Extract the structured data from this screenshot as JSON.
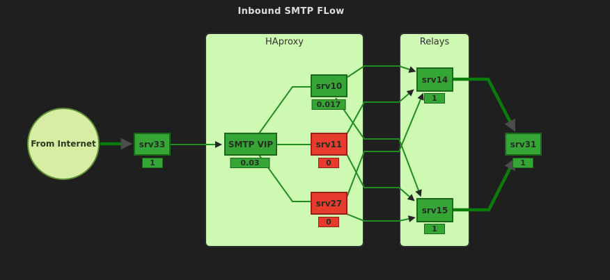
{
  "title": "Inbound SMTP FLow",
  "colors": {
    "background": "#1f1f1f",
    "title_text": "#dcdcdc",
    "container_fill": "#cdf9b2",
    "container_border": "#2d2d2d",
    "container_title_text": "#333333",
    "node_green": "#35a535",
    "node_green_border": "#1c671c",
    "node_red": "#e73b2e",
    "node_red_border": "#93221a",
    "circle_fill": "#d8eda4",
    "circle_border": "#5d8f35",
    "edge_green": "#1f8c1f",
    "edge_thick": "#0b7c0b",
    "arrow_gray": "#4c4c4c",
    "arrow_dark": "#262626",
    "label_text": "#252e25"
  },
  "source": {
    "label": "From Internet"
  },
  "containers": {
    "haproxy": {
      "label": "HAproxy"
    },
    "relays": {
      "label": "Relays"
    }
  },
  "nodes": {
    "srv33": {
      "label": "srv33",
      "value": "1",
      "status": "green"
    },
    "smtp_vip": {
      "label": "SMTP VIP",
      "value": "0.03",
      "status": "green"
    },
    "srv10": {
      "label": "srv10",
      "value": "0.017",
      "status": "green"
    },
    "srv11": {
      "label": "srv11",
      "value": "0",
      "status": "red"
    },
    "srv27": {
      "label": "srv27",
      "value": "0",
      "status": "red"
    },
    "srv14": {
      "label": "srv14",
      "value": "1",
      "status": "green"
    },
    "srv15": {
      "label": "srv15",
      "value": "1",
      "status": "green"
    },
    "srv31": {
      "label": "srv31",
      "value": "1",
      "status": "green"
    }
  },
  "edges": [
    {
      "from": "From Internet",
      "to": "srv33"
    },
    {
      "from": "srv33",
      "to": "SMTP VIP"
    },
    {
      "from": "SMTP VIP",
      "to": "srv10"
    },
    {
      "from": "SMTP VIP",
      "to": "srv11"
    },
    {
      "from": "SMTP VIP",
      "to": "srv27"
    },
    {
      "from": "srv10",
      "to": "srv14"
    },
    {
      "from": "srv10",
      "to": "srv15"
    },
    {
      "from": "srv11",
      "to": "srv14"
    },
    {
      "from": "srv11",
      "to": "srv15"
    },
    {
      "from": "srv27",
      "to": "srv14"
    },
    {
      "from": "srv27",
      "to": "srv15"
    },
    {
      "from": "srv14",
      "to": "srv31"
    },
    {
      "from": "srv15",
      "to": "srv31"
    }
  ]
}
